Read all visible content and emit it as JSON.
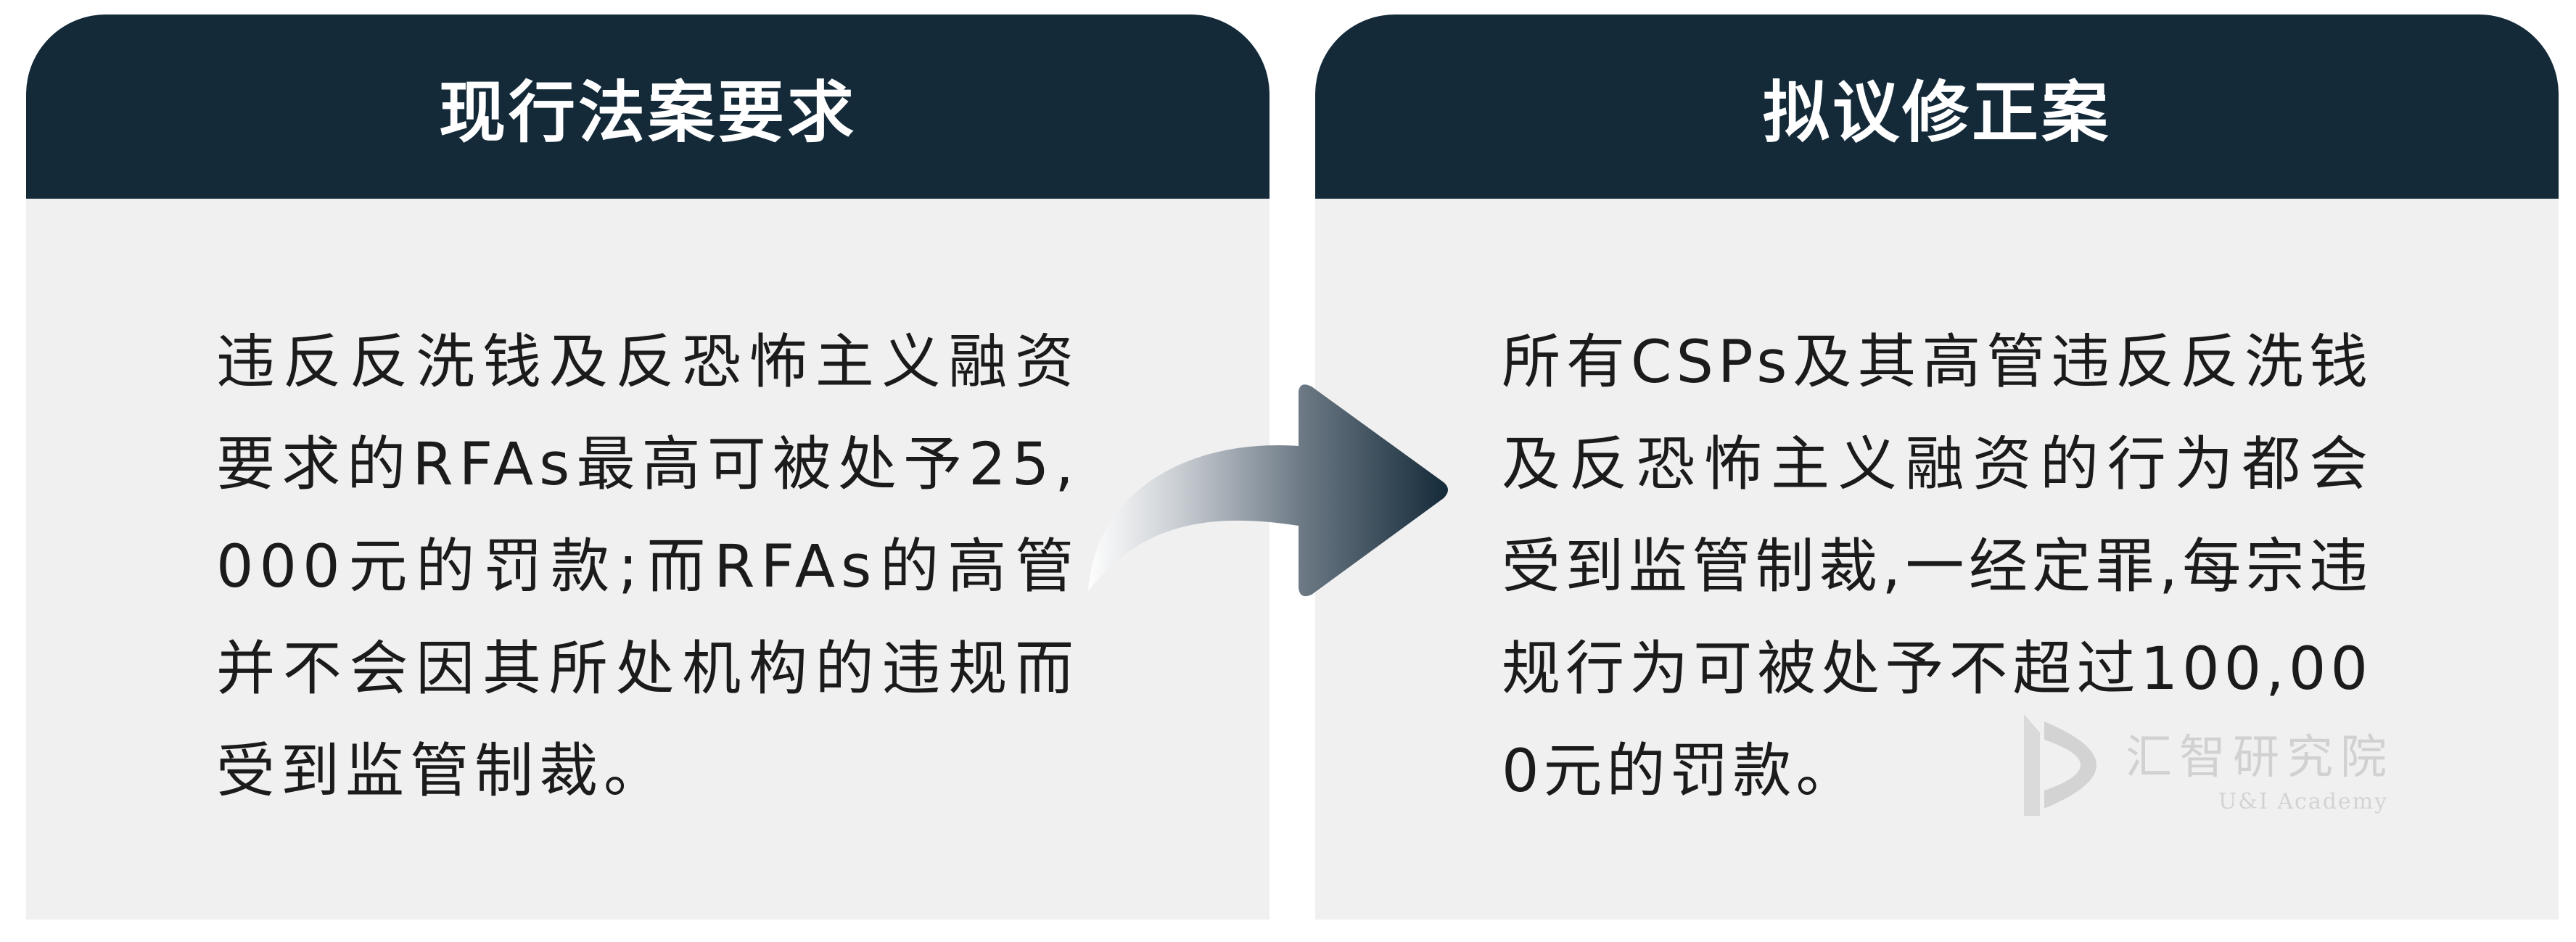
{
  "panels": {
    "left": {
      "title": "现行法案要求",
      "text": "违反反洗钱及反恐怖主义融资要求的RFAs最高可被处予25,000元的罚款;而RFAs的高管并不会因其所处机构的违规而受到监管制裁。"
    },
    "right": {
      "title": "拟议修正案",
      "text": "所有CSPs及其高管违反反洗钱及反恐怖主义融资的行为都会受到监管制裁,一经定罪,每宗违规行为可被处予不超过100,000元的罚款。"
    }
  },
  "watermark": {
    "title": "汇智研究院",
    "subtitle": "U&I Academy"
  },
  "colors": {
    "header_bg": "#142a39",
    "panel_bg": "#f0f0f0",
    "text": "#1b1b1b",
    "arrow_dark": "#142a39",
    "watermark": "#b8b8b8"
  }
}
